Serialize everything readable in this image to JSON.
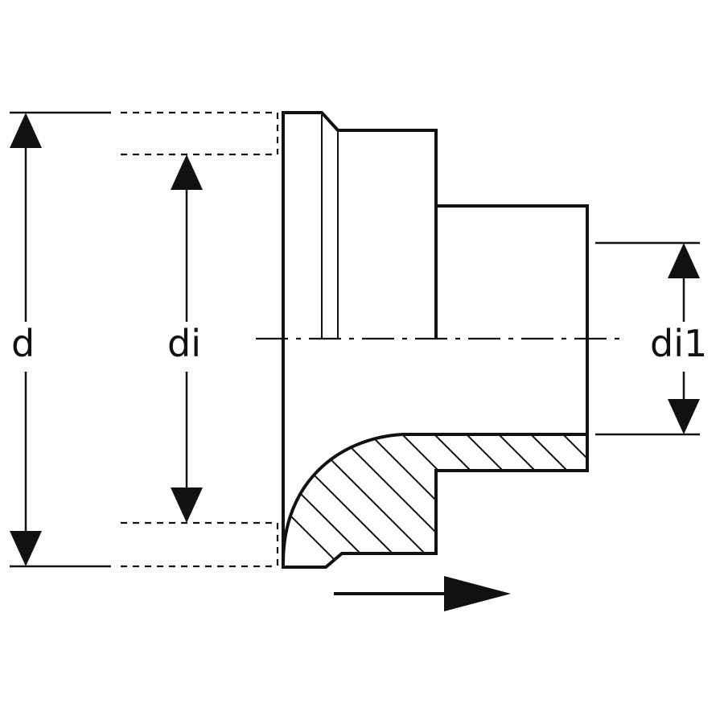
{
  "labels": {
    "d": "d",
    "di": "di",
    "di1": "di1"
  },
  "colors": {
    "stroke": "#111111",
    "background": "#ffffff"
  }
}
